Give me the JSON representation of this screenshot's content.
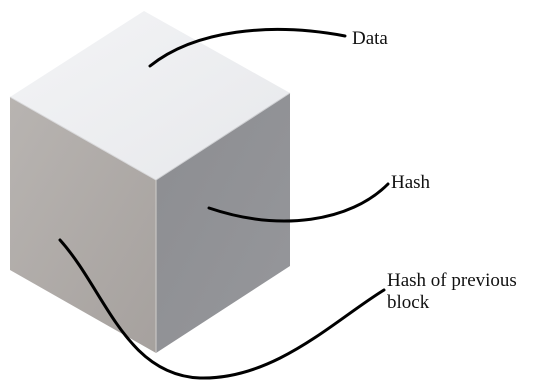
{
  "diagram": {
    "labels": {
      "data": "Data",
      "hash": "Hash",
      "prev_line1": "Hash of previous",
      "prev_line2": "block"
    },
    "colors": {
      "top_face": "#eeeff1",
      "left_face": "#aeaaa8",
      "right_face": "#8e8f93",
      "edge": "#bcbcbc",
      "pointer": "#000000"
    }
  }
}
